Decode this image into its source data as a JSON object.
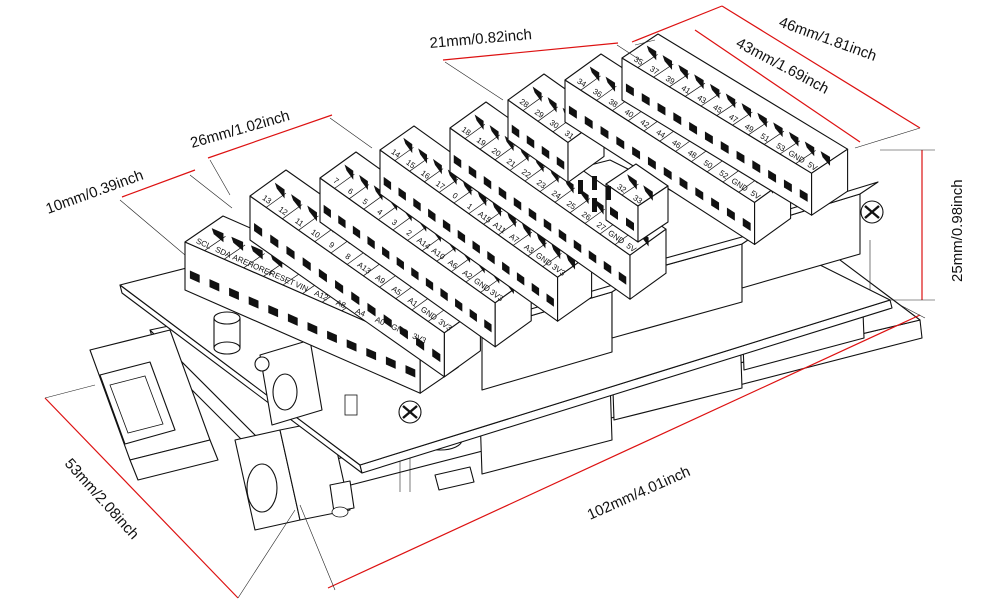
{
  "dimensions": {
    "d_10mm": "10mm/0.39inch",
    "d_26mm": "26mm/1.02inch",
    "d_21mm": "21mm/0.82inch",
    "d_46mm": "46mm/1.81inch",
    "d_43mm": "43mm/1.69inch",
    "d_25mm": "25mm/0.98inch",
    "d_53mm": "53mm/2.08inch",
    "d_102mm": "102mm/4.01inch"
  },
  "colors": {
    "dimension_line": "#d11111",
    "drawing": "#111111"
  },
  "blocks": {
    "power_top": [
      "SCL",
      "SDA",
      "AREF",
      "IOREF",
      "RESET",
      "VIN",
      "A12",
      "A8",
      "A4",
      "A0",
      "GND",
      "3V3"
    ],
    "digital_low": [
      "13",
      "12",
      "11",
      "10",
      "9",
      "8",
      "A13",
      "A9",
      "A5",
      "A1",
      "GND",
      "3V3"
    ],
    "digital_mid": [
      "7",
      "6",
      "5",
      "4",
      "3",
      "2",
      "A14",
      "A10",
      "A6",
      "A2",
      "GND",
      "3V3"
    ],
    "digital_high": [
      "14",
      "15",
      "16",
      "17",
      "0",
      "1",
      "A15",
      "A11",
      "A7",
      "A3",
      "GND",
      "3V3"
    ],
    "block_18": [
      "18",
      "19",
      "20",
      "21",
      "22",
      "23",
      "24",
      "25",
      "26",
      "27",
      "GND",
      "5V"
    ],
    "block_28": [
      "28",
      "29",
      "30",
      "31"
    ],
    "block_34": [
      "34",
      "36",
      "38",
      "40",
      "42",
      "44",
      "46",
      "48",
      "50",
      "52",
      "GND",
      "5V"
    ],
    "block_35": [
      "35",
      "37",
      "39",
      "41",
      "43",
      "45",
      "47",
      "49",
      "51",
      "53",
      "GND",
      "5V"
    ],
    "block_32": [
      "32",
      "33"
    ]
  }
}
